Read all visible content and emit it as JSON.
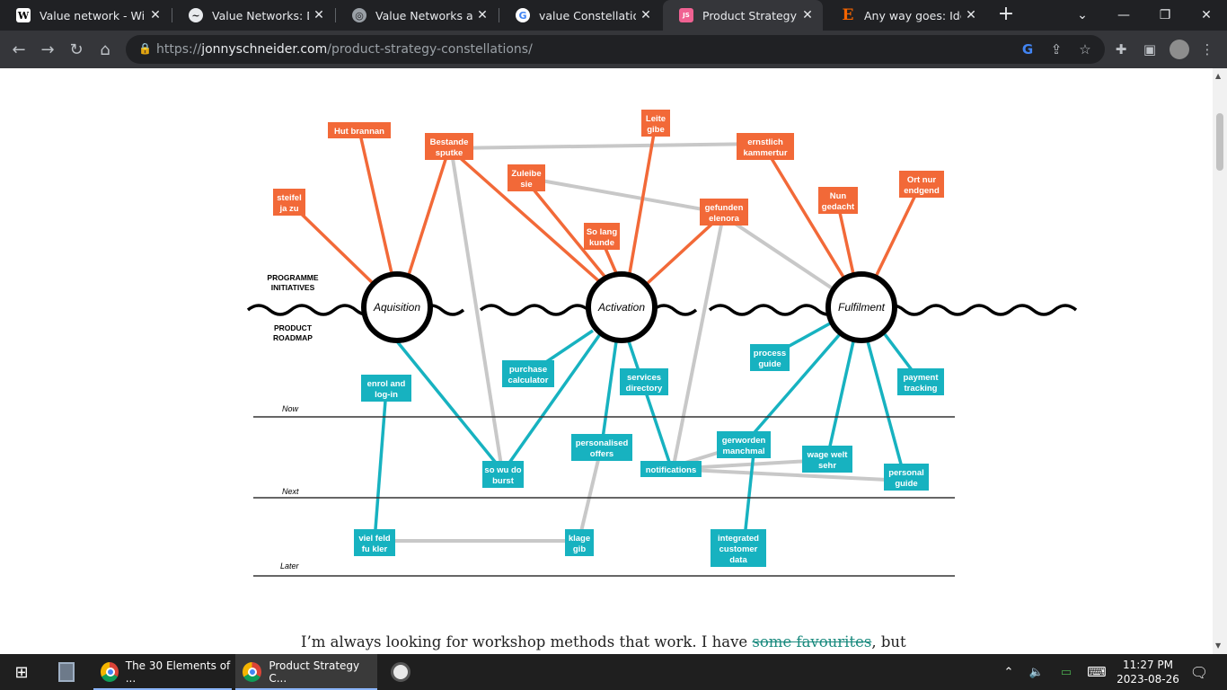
{
  "tabs": [
    {
      "title": "Value network - Wikip",
      "icon": "wikipedia-icon",
      "fav_text": "W"
    },
    {
      "title": "Value Networks: Defin",
      "icon": "site-logo-icon",
      "fav_text": "~"
    },
    {
      "title": "Value Networks and W",
      "icon": "globe-logo-icon",
      "fav_text": "◎"
    },
    {
      "title": "value Constellations -",
      "icon": "google-icon",
      "fav_text": "G"
    },
    {
      "title": "Product Strategy Cons",
      "icon": "js-logo-icon",
      "fav_text": "JS"
    },
    {
      "title": "Any way goes: Identify",
      "icon": "etsy-icon",
      "fav_text": "E"
    }
  ],
  "address": {
    "domain": "jonnyschneider.com",
    "prefix": "https://",
    "path": "/product-strategy-constellations/"
  },
  "diagram": {
    "lane_top": [
      "PROGRAMME",
      "INITIATIVES"
    ],
    "lane_bottom": [
      "PRODUCT",
      "ROADMAP"
    ],
    "horizons": {
      "now": "Now",
      "next": "Next",
      "later": "Later"
    },
    "hubs": {
      "aquisition": "Aquisition",
      "activation": "Activation",
      "fulfilment": "Fulfilment"
    },
    "orange": {
      "o1": [
        "steifel",
        "ja zu"
      ],
      "o2": [
        "Hut brannan"
      ],
      "o3": [
        "Bestande",
        "sputke"
      ],
      "o4": [
        "Zuleibe",
        "sie"
      ],
      "o5": [
        "So lang",
        "kunde"
      ],
      "o6": [
        "Leite",
        "gibe"
      ],
      "o7": [
        "ernstlich",
        "kammertur"
      ],
      "o8": [
        "gefunden",
        "elenora"
      ],
      "o9": [
        "Nun",
        "gedacht"
      ],
      "o10": [
        "Ort nur",
        "endgend"
      ]
    },
    "teal": {
      "t1": [
        "enrol and",
        "log-in"
      ],
      "t2": [
        "purchase",
        "calculator"
      ],
      "t3": [
        "services",
        "directory"
      ],
      "t4": [
        "process",
        "guide"
      ],
      "t5": [
        "payment",
        "tracking"
      ],
      "t6": [
        "so wu do",
        "burst"
      ],
      "t7": [
        "personalised",
        "offers"
      ],
      "t8": [
        "notifications"
      ],
      "t9": [
        "gerworden",
        "manchmal"
      ],
      "t10": [
        "wage welt",
        "sehr"
      ],
      "t11": [
        "personal",
        "guide"
      ],
      "t12": [
        "viel feld",
        "fu kler"
      ],
      "t13": [
        "klage",
        "gib"
      ],
      "t14": [
        "integrated",
        "customer",
        "data"
      ]
    }
  },
  "paragraph": {
    "before": "I’m always looking for workshop methods that work. I have ",
    "link": "some favourites",
    "after": ", but"
  },
  "taskbar": {
    "app1": "The 30 Elements of ...",
    "app2": "Product Strategy C...",
    "time": "11:27 PM",
    "date": "2023-08-26"
  },
  "colors": {
    "orange": "#f26938",
    "teal": "#17b2c0",
    "chrome_dark": "#202124",
    "toolbar": "#35363a"
  }
}
